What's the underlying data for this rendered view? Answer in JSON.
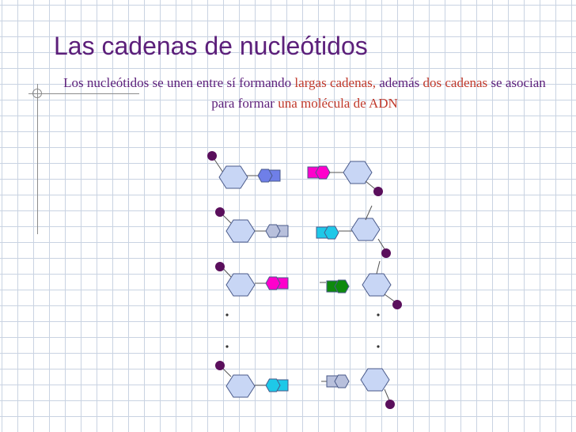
{
  "slide": {
    "title": "Las cadenas de nucleótidos",
    "body": {
      "t1": "Los nucleótidos se unen entre sí formando ",
      "h1": "largas cadenas,",
      "t2": " además ",
      "h2": "dos cadenas",
      "t3": " se asocian para formar ",
      "h3": "una molécula de ADN"
    }
  },
  "colors": {
    "title": "#5c1f7a",
    "highlight": "#c0392b",
    "phosphate": "#5a0f5c",
    "sugar": "#c8d6f5",
    "base_blue": "#6f7fe8",
    "base_magenta": "#ff00cc",
    "base_grey": "#b8c0dc",
    "base_cyan": "#1ec8e8",
    "base_green": "#0e8a0e"
  },
  "icons": [
    "phosphate-circle",
    "sugar-pentagon",
    "nitrogenous-base",
    "continuation-dot"
  ]
}
